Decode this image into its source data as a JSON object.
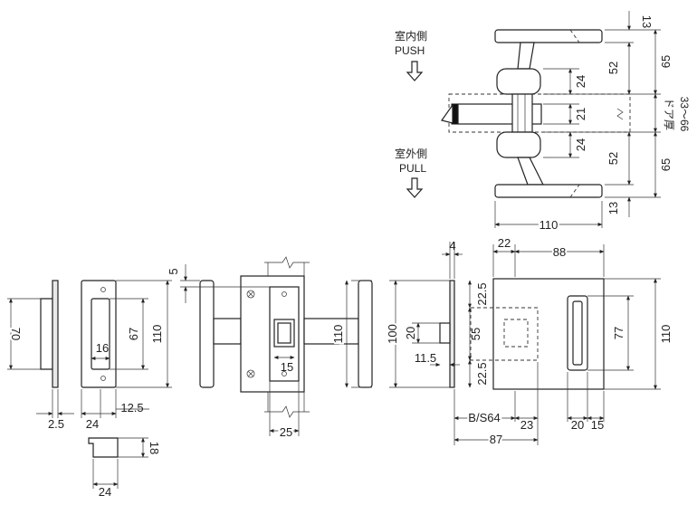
{
  "labels": {
    "indoor_side": "室内側",
    "push": "PUSH",
    "outdoor_side": "室外側",
    "pull": "PULL",
    "door_thickness": "ドア厚",
    "door_thickness_range": "33～66"
  },
  "dims": {
    "top_13a": "13",
    "top_52a": "52",
    "top_65a": "65",
    "top_24a": "24",
    "top_21": "21",
    "top_24b": "24",
    "top_52b": "52",
    "top_65b": "65",
    "top_13b": "13",
    "top_110": "110",
    "l_70": "70",
    "l_2_5": "2.5",
    "l_24a": "24",
    "l_16": "16",
    "l_67": "67",
    "l_110": "110",
    "l_12_5": "12.5",
    "l_18": "18",
    "l_24b": "24",
    "m_5": "5",
    "m_15": "15",
    "m_110": "110",
    "m_25": "25",
    "r_4": "4",
    "r_22": "22",
    "r_88": "88",
    "r_22_5a": "22.5",
    "r_100": "100",
    "r_20": "20",
    "r_55": "55",
    "r_11_5": "11.5",
    "r_22_5b": "22.5",
    "r_77": "77",
    "r_110": "110",
    "r_bs64": "B/S64",
    "r_23": "23",
    "r_20b": "20",
    "r_15": "15",
    "r_87": "87"
  }
}
